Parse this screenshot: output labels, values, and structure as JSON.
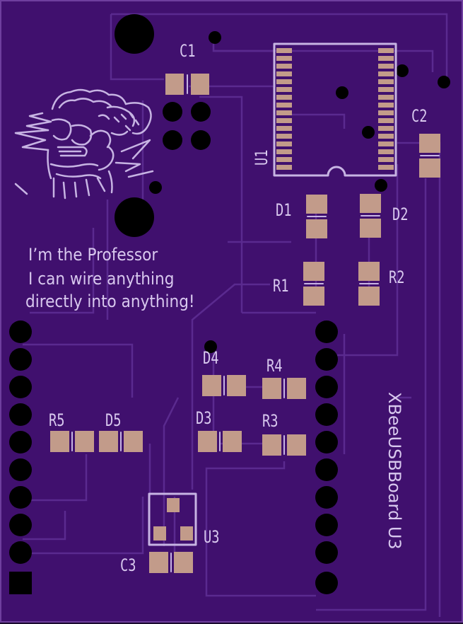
{
  "board": {
    "name": "XBeeUSBBoard U3",
    "colors": {
      "board": "#40106e",
      "silkscreen": "#d8c8ee",
      "pad": "#c29b8a",
      "trace": "#5a2a8f"
    }
  },
  "message": {
    "line1": "I’m the Professor",
    "line2": "I can wire anything",
    "line3": "directly into anything!"
  },
  "labels": {
    "c1": "C1",
    "c2": "C2",
    "c3": "C3",
    "u1": "U1",
    "u3": "U3",
    "d1": "D1",
    "d2": "D2",
    "d3": "D3",
    "d4": "D4",
    "d5": "D5",
    "r1": "R1",
    "r2": "R2",
    "r3": "R3",
    "r4": "R4",
    "r5": "R5"
  },
  "icons": {
    "artwork": "professor-face-icon"
  }
}
